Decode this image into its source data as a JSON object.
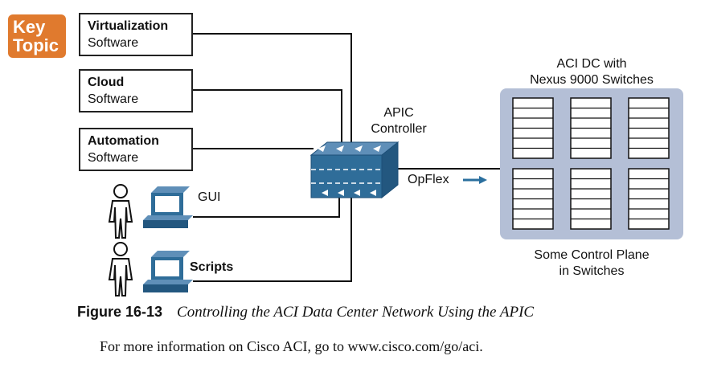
{
  "key_topic": {
    "line1": "Key",
    "line2": "Topic"
  },
  "software_boxes": [
    {
      "title": "Virtualization",
      "subtitle": "Software"
    },
    {
      "title": "Cloud",
      "subtitle": "Software"
    },
    {
      "title": "Automation",
      "subtitle": "Software"
    }
  ],
  "gui_label": "GUI",
  "scripts_label": "Scripts",
  "controller": {
    "line1": "APIC",
    "line2": "Controller"
  },
  "protocol_label": "OpFlex",
  "datacenter": {
    "line1": "ACI DC with",
    "line2": "Nexus 9000 Switches"
  },
  "control_plane": {
    "line1": "Some Control Plane",
    "line2": "in Switches"
  },
  "caption": {
    "number": "Figure 16-13",
    "text": "Controlling the ACI Data Center Network Using the APIC"
  },
  "body_text": "For more information on Cisco ACI, go to www.cisco.com/go/aci.",
  "colors": {
    "key_topic": "#e07a2e",
    "arrow": "#2a6f9e",
    "switch_panel": "#b4bfd6",
    "apic": "#2f6d99"
  }
}
